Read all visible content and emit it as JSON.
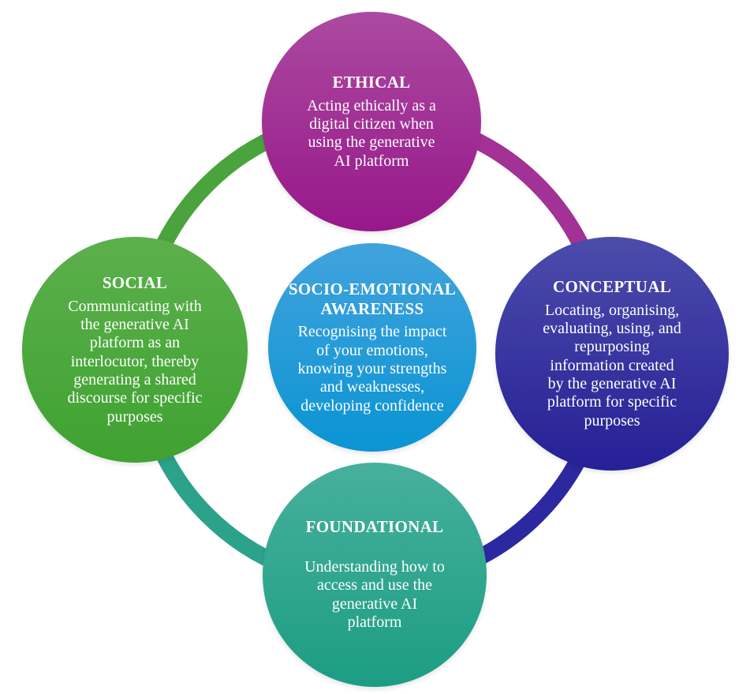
{
  "diagram_title": "Generative AI literacy dimensions diagram",
  "circles": {
    "top": {
      "title": "ETHICAL",
      "body": "Acting ethically as a\ndigital citizen when\nusing the generative\nAI platform",
      "color_top": "#ab4aa0",
      "color_bottom": "#97188a",
      "text_color": "#ffffff"
    },
    "left": {
      "title": "SOCIAL",
      "body": "Communicating with\nthe generative AI\nplatform as an\ninterlocutor, thereby\ngenerating a shared\ndiscourse for specific\npurposes",
      "color_top": "#5cb04c",
      "color_bottom": "#3fa231",
      "text_color": "#ffffff"
    },
    "center": {
      "title": "SOCIO-EMOTIONAL\nAWARENESS",
      "body": "Recognising the impact\nof your emotions,\nknowing your strengths\nand weaknesses,\ndeveloping confidence",
      "color_top": "#41a3dc",
      "color_bottom": "#0b94d3",
      "text_color": "#ffffff"
    },
    "right": {
      "title": "CONCEPTUAL",
      "body": "Locating, organising,\nevaluating, using, and\nrepurposing\ninformation created\nby the generative AI\nplatform for specific\npurposes",
      "color_top": "#4c4cab",
      "color_bottom": "#252096",
      "text_color": "#ffffff"
    },
    "bottom": {
      "title": "FOUNDATIONAL",
      "body": "Understanding how to\naccess and use the\ngenerative AI\nplatform",
      "color_top": "#47b09c",
      "color_bottom": "#1c9d83",
      "text_color": "#ffffff"
    }
  },
  "ring": {
    "segments": [
      {
        "position": "top-left",
        "color": "#4ba33d"
      },
      {
        "position": "top-right",
        "color": "#a23295"
      },
      {
        "position": "bottom-right",
        "color": "#2b28a0"
      },
      {
        "position": "bottom-left",
        "color": "#2ca28b"
      }
    ]
  }
}
